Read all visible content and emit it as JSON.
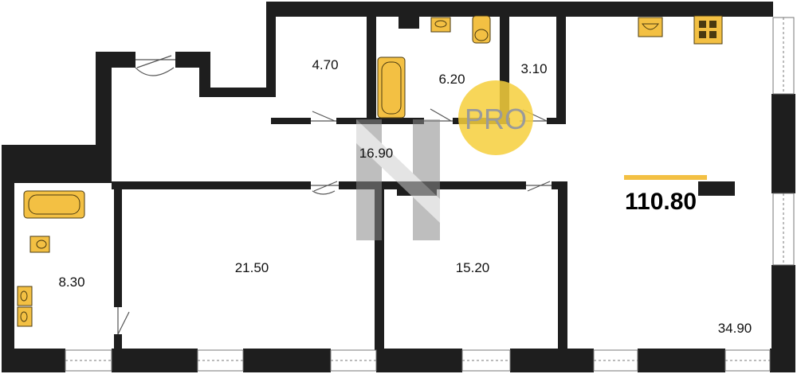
{
  "colors": {
    "wall": "#1e1e1e",
    "fixture": "#f3c043",
    "fixture_stroke": "#4a3a10",
    "pro_circle": "#f6cf3c",
    "accent_bar": "#f3c043",
    "watermark": "#8a8a8a"
  },
  "total_area": "110.80",
  "watermark": {
    "pro_text": "PRO"
  },
  "rooms": {
    "storage": {
      "area": "4.70"
    },
    "bathroom_top": {
      "area": "6.20"
    },
    "wc": {
      "area": "3.10"
    },
    "hallway": {
      "area": "16.90"
    },
    "bathroom_left": {
      "area": "8.30"
    },
    "bedroom_1": {
      "area": "21.50"
    },
    "bedroom_2": {
      "area": "15.20"
    },
    "living_kitchen": {
      "area": "34.90"
    }
  },
  "icons": {
    "bathtub": "bathtub-icon",
    "sink": "sink-icon",
    "toilet": "toilet-icon",
    "stove": "stove-icon",
    "washer": "washer-icon"
  }
}
